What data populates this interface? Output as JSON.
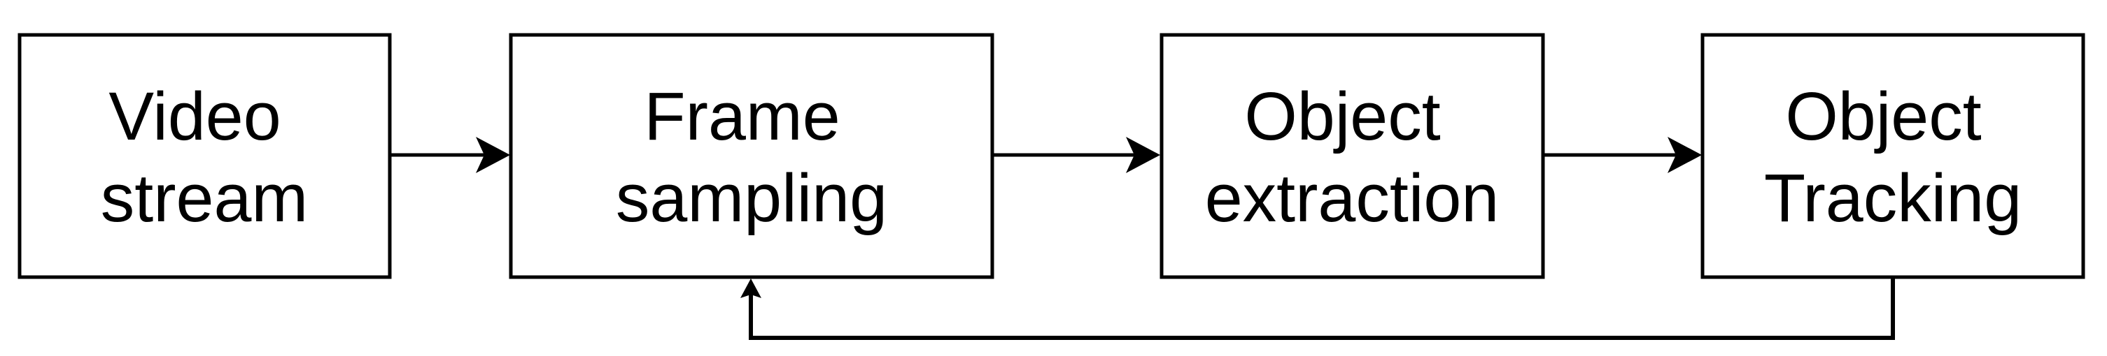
{
  "diagram": {
    "type": "flowchart",
    "background_color": "#ffffff",
    "line_color": "#000000",
    "text_color": "#000000",
    "nodes": [
      {
        "id": "video-stream",
        "label": "Video stream",
        "line1": "Video",
        "line2": "stream"
      },
      {
        "id": "frame-sampling",
        "label": "Frame sampling",
        "line1": "Frame",
        "line2": "sampling"
      },
      {
        "id": "object-extraction",
        "label": "Object extraction",
        "line1": "Object",
        "line2": "extraction"
      },
      {
        "id": "object-tracking",
        "label": "Object Tracking",
        "line1": "Object",
        "line2": "Tracking"
      }
    ],
    "edges": [
      {
        "from": "video-stream",
        "to": "frame-sampling",
        "direction": "right"
      },
      {
        "from": "frame-sampling",
        "to": "object-extraction",
        "direction": "right"
      },
      {
        "from": "object-extraction",
        "to": "object-tracking",
        "direction": "right"
      },
      {
        "from": "object-tracking",
        "to": "frame-sampling",
        "direction": "feedback-loop-bottom"
      }
    ]
  }
}
